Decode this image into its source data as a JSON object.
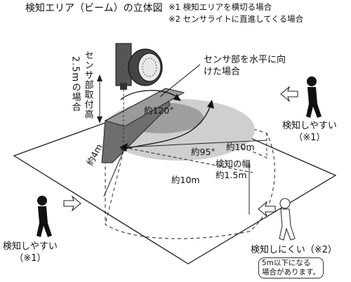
{
  "title": "検知エリア（ビーム）の立体図",
  "notes": {
    "n1": "※1 検知エリアを横切る場合",
    "n2": "※2 センサライトに直進してくる場合"
  },
  "mount_height": {
    "value": "2.5mの場合",
    "label": "センサ部取付高"
  },
  "callout": "センサ部を水平に向けた場合",
  "angles": {
    "a120": "約120°",
    "a95": "約95°"
  },
  "distances": {
    "d10a": "約10m",
    "d10b": "約10m",
    "d4": "約4m"
  },
  "width_label": {
    "line1": "検知の幅",
    "line2": "約1.5m"
  },
  "easy_right": {
    "line1": "検知しやすい",
    "line2": "（※1）"
  },
  "easy_left": {
    "line1": "検知しやすい",
    "line2": "（※1）"
  },
  "hard": {
    "label": "検知しにくい（※2）",
    "note_l1": "5m以下になる",
    "note_l2": "場合があります。"
  }
}
